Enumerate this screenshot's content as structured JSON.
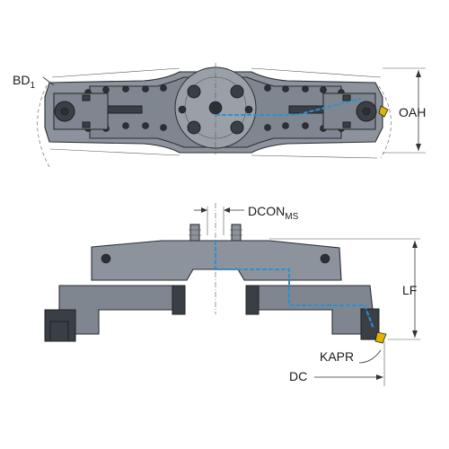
{
  "labels": {
    "bd": {
      "main": "BD",
      "sub": "1"
    },
    "oah": "OAH",
    "dcon": {
      "main": "DCON",
      "sub": "MS"
    },
    "lf": "LF",
    "kapr": "KAPR",
    "dc": "DC"
  },
  "colors": {
    "body": "#8d939c",
    "dark": "#3a3f46",
    "coolant": "#2f8fd0",
    "insert": "#e0b400"
  }
}
